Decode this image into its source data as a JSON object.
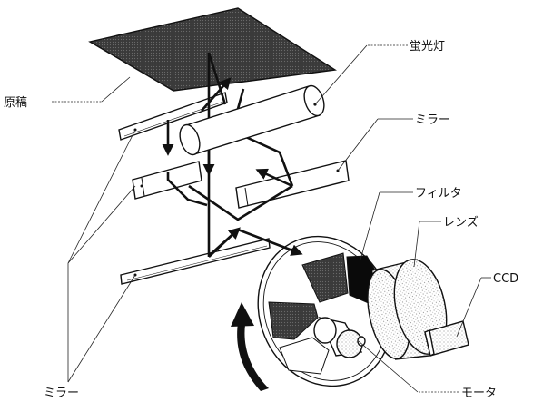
{
  "labels": {
    "original": "原稿",
    "fluorescent_lamp": "蛍光灯",
    "mirror_top": "ミラー",
    "mirror_bottom": "ミラー",
    "filter": "フィルタ",
    "lens": "レンズ",
    "ccd": "CCD",
    "motor": "モータ"
  },
  "colors": {
    "document": "#3a3a3a",
    "filter_dark": "#3c3c3c",
    "filter_black": "#0a0a0a",
    "stipple": "#d4d4d4",
    "line": "#111111"
  },
  "icons": {
    "rotation_arrow": "curved-arrow-up-icon",
    "light_path": "light-beam-arrows"
  }
}
